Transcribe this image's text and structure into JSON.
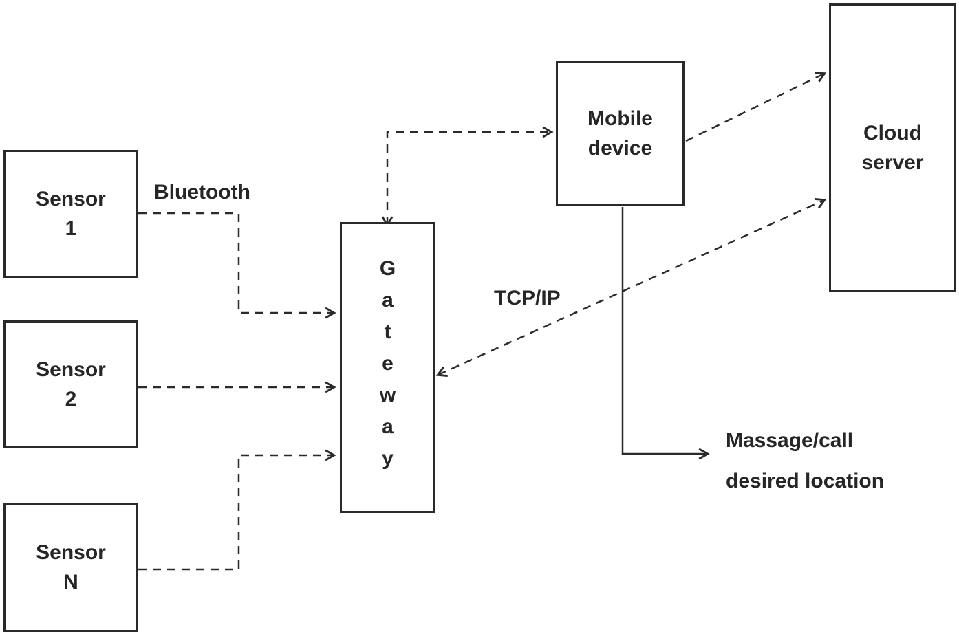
{
  "nodes": {
    "sensor1": "Sensor\n1",
    "sensor2": "Sensor\n2",
    "sensorN": "Sensor\nN",
    "gateway": "Gateway",
    "mobile": "Mobile\ndevice",
    "cloud": "Cloud\nserver"
  },
  "labels": {
    "bluetooth": "Bluetooth",
    "tcpip": "TCP/IP",
    "message_line1": "Massage/call",
    "message_line2": "desired location"
  },
  "edges": {
    "sensor1_to_gateway": "dashed arrow, Sensor 1 to Gateway (Bluetooth)",
    "sensor2_to_gateway": "dashed arrow, Sensor 2 to Gateway",
    "sensorN_to_gateway": "dashed arrow, Sensor N to Gateway",
    "gateway_mobile": "dashed double arrow, Gateway to Mobile device",
    "mobile_to_cloud": "dashed arrow, Mobile device to Cloud server",
    "gateway_cloud": "dashed double arrow, Gateway to Cloud server (TCP/IP)",
    "mobile_to_message": "solid arrow, Mobile device to Massage/call desired location"
  },
  "colors": {
    "line": "#2a2a2a",
    "text": "#262626",
    "background": "#ffffff"
  }
}
